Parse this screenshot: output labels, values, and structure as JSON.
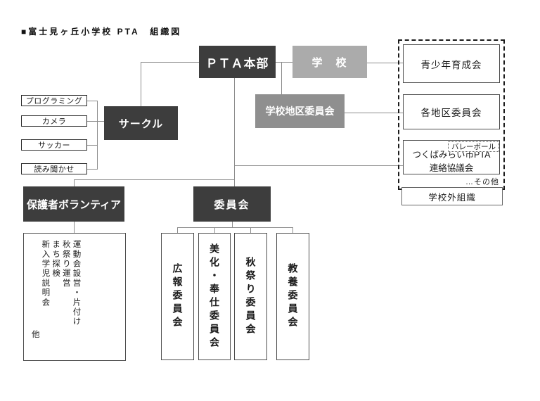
{
  "title": "■富士見ヶ丘小学校 PTA　組織図",
  "colors": {
    "dark_box": "#3d3d3d",
    "school_box": "#ababab",
    "district_box": "#8f8f8f",
    "connector_line": "#8c8c8c",
    "background": "#ffffff"
  },
  "org": {
    "headquarters": "ＰＴＡ本部",
    "school": "学　校",
    "circle": "サークル",
    "school_district_committee": "学校地区委員会",
    "parent_volunteer": "保護者ボランティア",
    "committee": "委員会"
  },
  "circle_groups": [
    "プログラミング",
    "カメラ",
    "サッカー",
    "読み聞かせ"
  ],
  "volunteer_box": {
    "activities": [
      "運動会設営・片付け",
      "秋祭り運営",
      "まち探検",
      "新入学児説明会"
    ],
    "other": "他"
  },
  "committee_boxes": [
    "広報委員会",
    "美化・奉仕委員会",
    "秋祭り委員会",
    "教養委員会"
  ],
  "external": {
    "youth_development": "青少年育成会",
    "district_committees": "各地区委員会",
    "volleyball": "バレーボール",
    "tsukubamirai_line1": "つくばみらい市PTA",
    "tsukubamirai_line2": "連絡協議会",
    "others": "…その他",
    "outside_school_label": "学校外組織"
  }
}
